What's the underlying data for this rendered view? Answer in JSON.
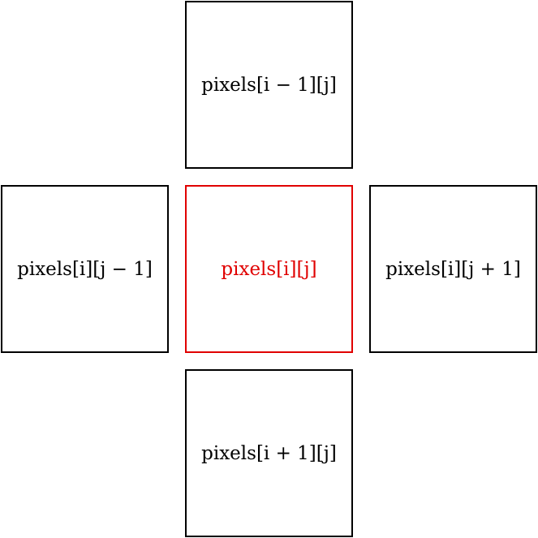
{
  "colors": {
    "border": "#000000",
    "highlight": "#e00000"
  },
  "cells": {
    "top": {
      "label": "pixels[i − 1][j]"
    },
    "left": {
      "label": "pixels[i][j − 1]"
    },
    "center": {
      "label": "pixels[i][j]"
    },
    "right": {
      "label": "pixels[i][j + 1]"
    },
    "bottom": {
      "label": "pixels[i + 1][j]"
    }
  }
}
